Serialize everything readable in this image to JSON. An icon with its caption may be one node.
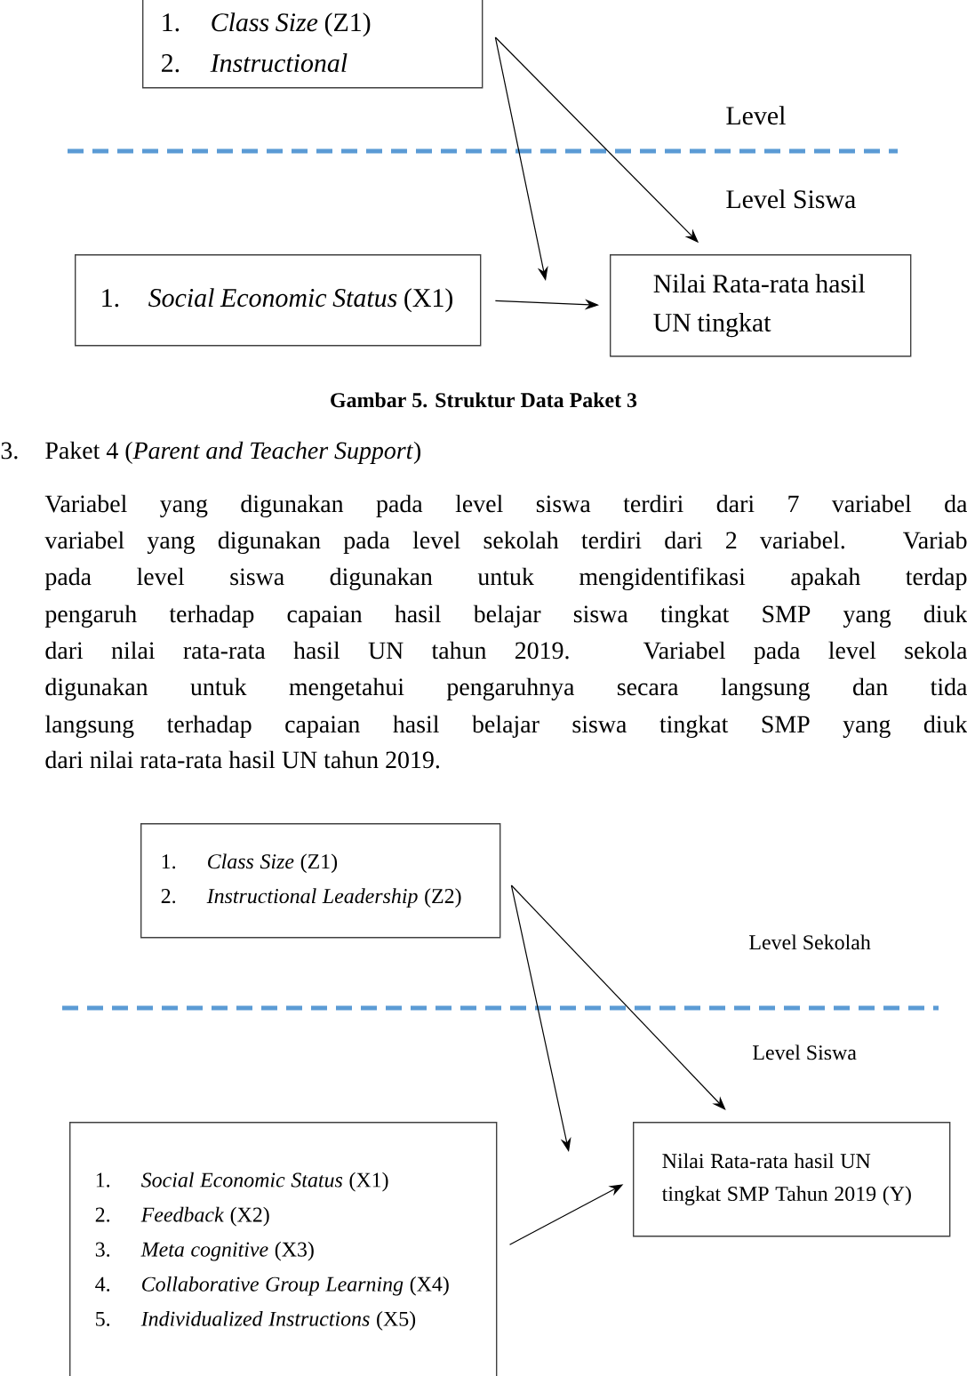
{
  "diagram": {
    "caption": "Gambar 5.  Struktur Data Paket 3",
    "nodes": [
      {
        "text": [
          "1.",
          "*Class Size* (Z1)",
          "2.",
          "*Instructional*"
        ]
      },
      {
        "text": [
          "1.",
          "*Social Economic Status* (X1)"
        ]
      },
      {
        "text": [
          "Nilai Rata-rata hasil UN tingkat"
        ]
      },
      {
        "text": [
          "1.",
          "*Class Size* (Z1)",
          "2.",
          "*Instructional Leadership* (Z2)"
        ]
      },
      {
        "text": [
          "1.",
          "*Social Economic Status* (X1)",
          "2.",
          "*Feedback* (X2)",
          "3.",
          "*Meta cognitive* (X3)",
          "4.",
          "*Collaborative Group Learning* (X4)",
          "5.",
          "*Individualized Instructions* (X5)"
        ]
      },
      {
        "text": [
          "Nilai Rata-rata hasil UN tingkat SMP Tahun 2019 (Y)"
        ]
      }
    ],
    "edges": [
      {
        "from": 0,
        "to": null,
        "arrow": "to"
      },
      {
        "from": 0,
        "to": 2,
        "arrow": "to"
      },
      {
        "from": 1,
        "to": 2,
        "arrow": "to"
      },
      {
        "from": 3,
        "to": null,
        "arrow": "to"
      },
      {
        "from": 3,
        "to": 5,
        "arrow": "to"
      },
      {
        "from": 4,
        "to": 5,
        "arrow": "to"
      }
    ],
    "labels": [
      "Level",
      "Level Siswa",
      "3.",
      "Paket 4 (*Parent and Teacher Support*)",
      "Variabel yang digunakan pada level siswa terdiri dari 7 variabel da",
      "variabel yang digunakan pada level sekolah terdiri dari 2 variabel. Variab",
      "pada level siswa digunakan untuk mengidentifikasi apakah terdap",
      "pengaruh terhadap capaian hasil belajar siswa tingkat SMP yang diuk",
      "dari nilai rata-rata hasil UN tahun 2019. Variabel pada level sekola",
      "digunakan untuk mengetahui pengaruhnya secara langsung dan tida",
      "langsung terhadap capaian hasil belajar siswa tingkat SMP yang diuk",
      "dari nilai rata-rata hasil UN tahun 2019.",
      "Level Sekolah",
      "Level Siswa"
    ]
  }
}
